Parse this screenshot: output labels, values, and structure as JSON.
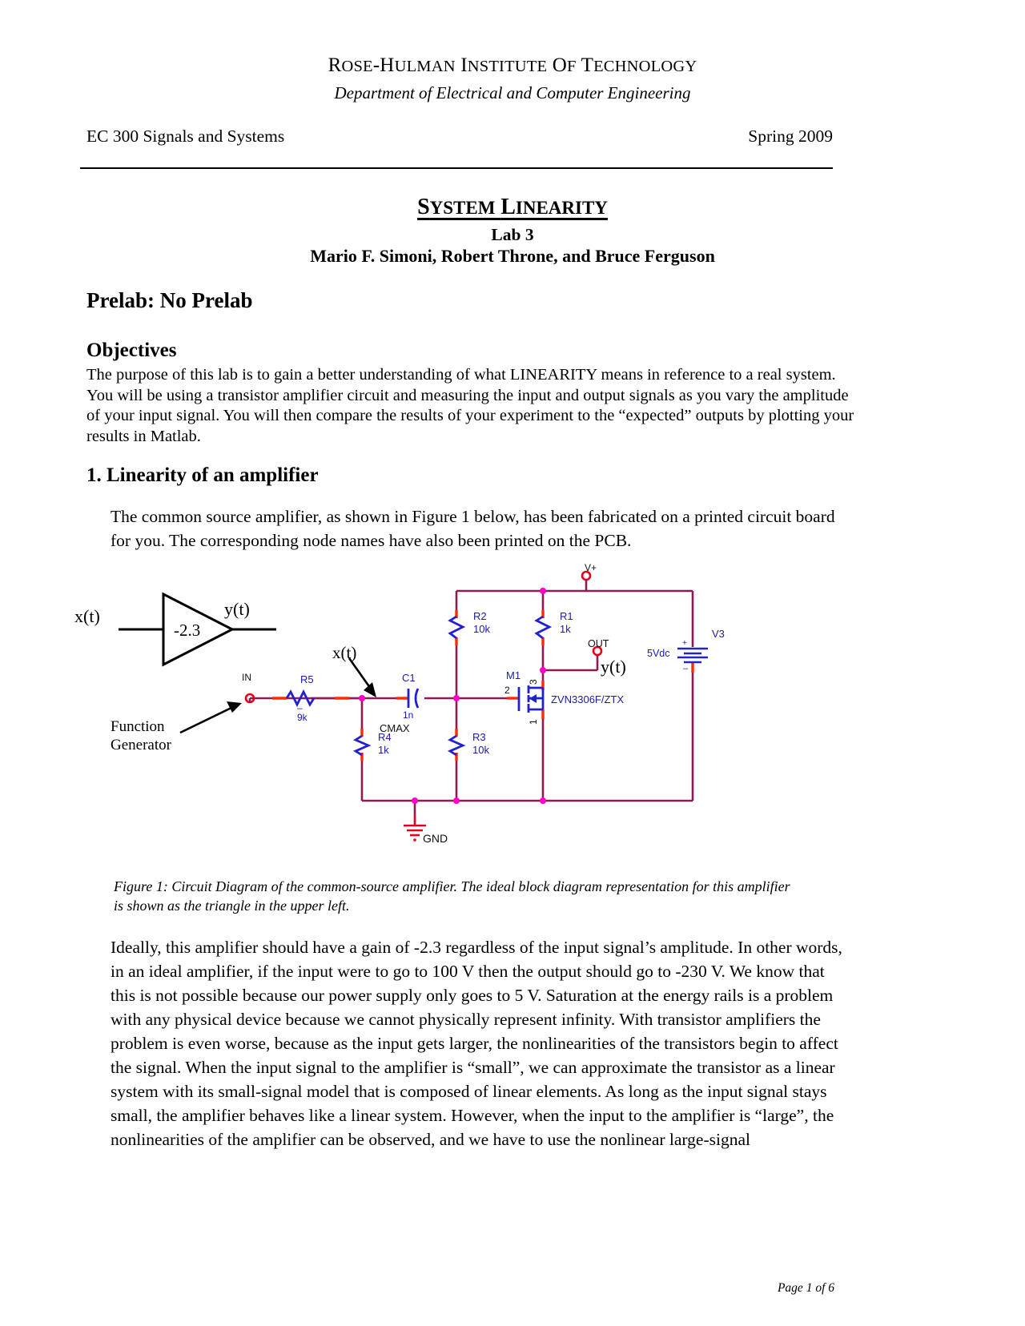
{
  "header": {
    "institution_first": "R",
    "institution": "ROSE-HULMAN INSTITUTE OF TECHNOLOGY",
    "department": "Department of Electrical and Computer Engineering",
    "course": "EC 300 Signals and Systems",
    "term": "Spring 2009"
  },
  "title": {
    "main": "SYSTEM LINEARITY",
    "lab": "Lab 3",
    "authors": "Mario F. Simoni, Robert Throne, and Bruce Ferguson"
  },
  "sections": {
    "prelab_heading": "Prelab: No Prelab",
    "objectives_heading": "Objectives",
    "objectives_text": "The purpose of this lab is to gain a better understanding of what LINEARITY means in reference to a real system. You will be using a transistor amplifier circuit and measuring the input and output signals as you vary the amplitude of your input signal. You will then compare the results of your experiment to the “expected” outputs by plotting your results in Matlab.",
    "section1_heading": "1. Linearity of an amplifier",
    "section1_text": "The common source amplifier, as shown in Figure 1 below, has been fabricated on a printed circuit board for you. The corresponding node names have also been printed on the PCB.",
    "body_text": "Ideally, this amplifier should have a gain of -2.3 regardless of the input signal’s amplitude. In other words, in an ideal amplifier, if the input were to go to 100 V then the output should go to -230 V. We know that this is not possible because our power supply only goes to 5 V. Saturation at the energy rails is a problem with any physical device because we cannot physically represent infinity. With transistor amplifiers the problem is even worse, because as the input gets larger, the nonlinearities of the transistors begin to affect the signal. When the input signal to the amplifier is “small”, we can approximate the transistor as a linear system with its small-signal model that is composed of linear elements. As long as the input signal stays small, the amplifier behaves like a linear system. However, when the input to the amplifier is “large”, the nonlinearities of the amplifier can be observed, and we have to use the nonlinear large-signal"
  },
  "figure": {
    "caption": "Figure 1: Circuit Diagram of the common-source amplifier. The ideal block diagram representation for this amplifier is shown as the triangle in the upper left.",
    "block_diagram": {
      "input_label": "x(t)",
      "output_label": "y(t)",
      "gain": "-2.3"
    },
    "function_generator_label_line1": "Function",
    "function_generator_label_line2": "Generator",
    "node_in": "IN",
    "node_out": "OUT",
    "node_vplus": "V+",
    "node_gnd": "GND",
    "signal_in": "x(t)",
    "signal_out": "y(t)",
    "components": [
      {
        "ref": "R5",
        "value": "9k"
      },
      {
        "ref": "R2",
        "value": "10k"
      },
      {
        "ref": "R1",
        "value": "1k"
      },
      {
        "ref": "R4",
        "value": "1k"
      },
      {
        "ref": "R3",
        "value": "10k"
      },
      {
        "ref": "C1",
        "value": "1n"
      },
      {
        "ref": "M1",
        "value": "ZVN3306F/ZTX"
      },
      {
        "ref": "V3",
        "value": "5Vdc"
      }
    ],
    "cmax_label": "CMAX",
    "mosfet_pins": {
      "drain": "3",
      "gate": "2",
      "source": "1"
    },
    "colors": {
      "wire": "#8e1b52",
      "node_red": "#ff2a00",
      "symbol_blue": "#2222cc",
      "junction": "#ff00c8",
      "port_red": "#e4001b"
    }
  },
  "footer": {
    "page": "Page 1 of 6"
  }
}
